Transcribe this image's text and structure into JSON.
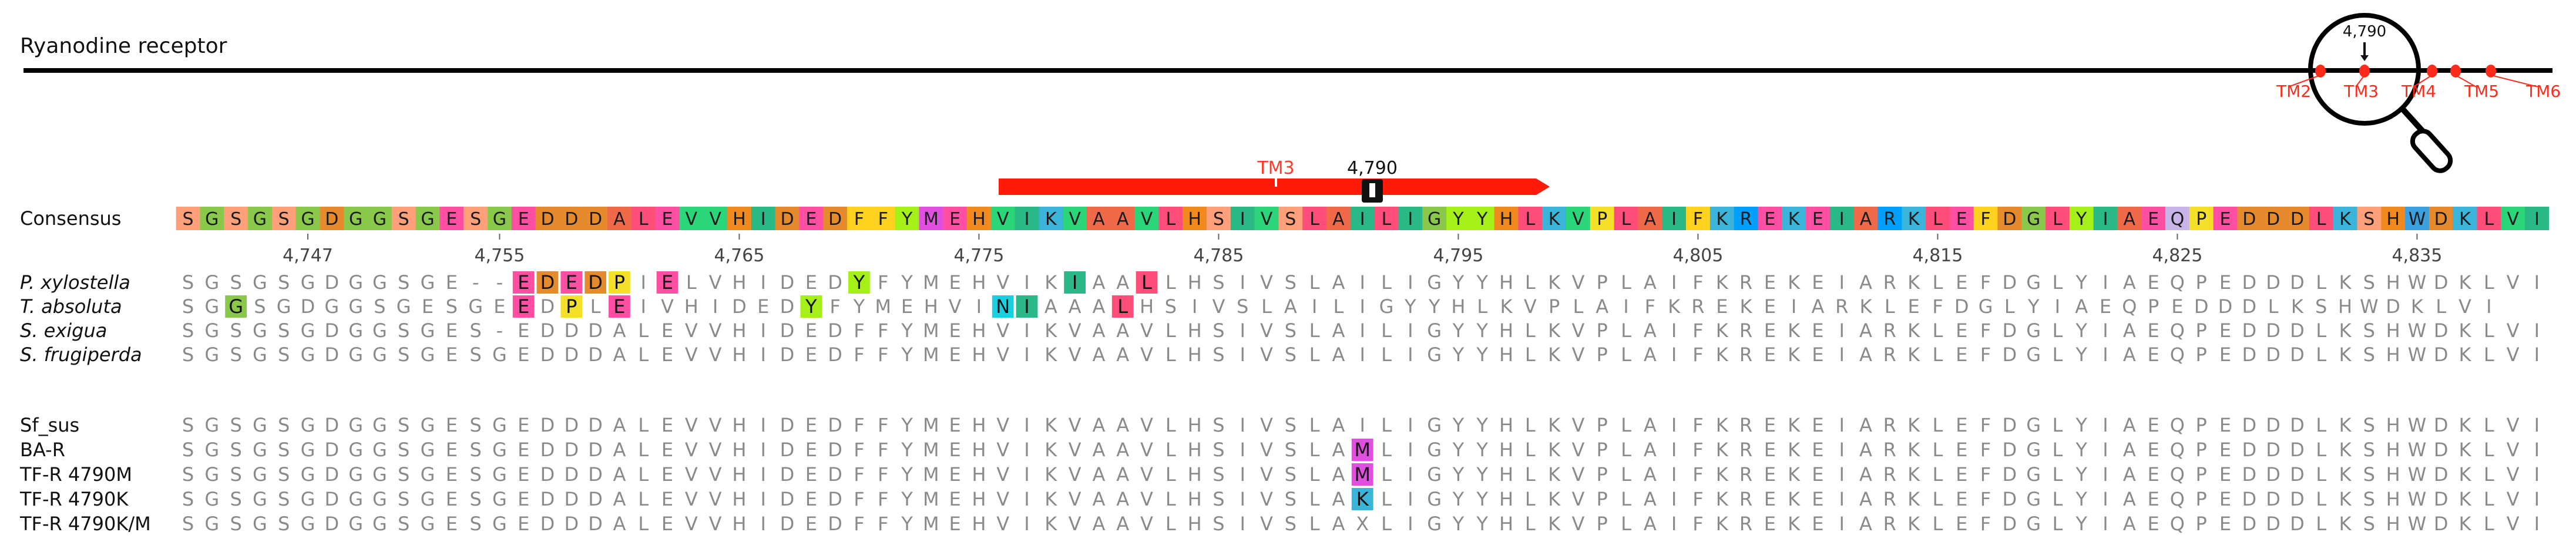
{
  "title": "Ryanodine receptor",
  "tm_labels": [
    "TM2",
    "TM3",
    "TM4",
    "TM5",
    "TM6"
  ],
  "zoom_label": "4,790",
  "bar": {
    "label": "TM3",
    "position_label": "4,790"
  },
  "consensus_label": "Consensus",
  "consensus": "SGSGSGDGGSGESGEDDDALEVVHIDEDFFYMEHVIKVAAVLHSIVSLAILIGYYHLKVPLAIFKREKEIARKLEFDGLYIAEQPEDDDLKSHWDKLVI",
  "ruler": [
    "4,747",
    "4,755",
    "4,765",
    "4,775",
    "4,785",
    "4,795",
    "4,805",
    "4,815",
    "4,825",
    "4,835"
  ],
  "species": [
    {
      "name": "P. xylostella",
      "seq": "SGSGSGDGGSGE--EDEDPIELVHIDEDYFYMEHVIKIAALLHSIVSLAILIGYYHLKVPLAIFKREKEIARKLEFDGLYIAEQPEDDDLKSHWDKLVI",
      "hl": [
        14,
        15,
        16,
        17,
        18,
        20,
        28,
        37,
        40
      ]
    },
    {
      "name": "T. absoluta",
      "seq": "SGGSGDGGSGESGEEDPLEIVHIDEDYFYMEHVINIAAALHSIVSLAILIGYYHLKVPLAIFKREKEIARKLEFDGLYIAEQPEDDDLKSHWDKLVI",
      "hl": [
        2,
        14,
        16,
        18,
        26,
        34,
        35,
        39
      ]
    },
    {
      "name": "S. exigua",
      "seq": "SGSGSGDGGSGES-EDDDALEVVHIDEDFFYMEHVIKVAAVLHSIVSLAILIGYYHLKVPLAIFKREKEIARKLEFDGLYIAEQPEDDDLKSHWDKLVI",
      "hl": []
    },
    {
      "name": "S. frugiperda",
      "seq": "SGSGSGDGGSGESGEDDDALEVVHIDEDFFYMEHVIKVAAVLHSIVSLAILIGYYHLKVPLAIFKREKEIARKLEFDGLYIAEQPEDDDLKSHWDKLVI",
      "hl": []
    }
  ],
  "strains": [
    {
      "name": "Sf_sus",
      "seq": "SGSGSGDGGSGESGEDDDALEVVHIDEDFFYMEHVIKVAAVLHSIVSLAILIGYYHLKVPLAIFKREKEIARKLEFDGLYIAEQPEDDDLKSHWDKLVI",
      "hl": []
    },
    {
      "name": "BA-R",
      "seq": "SGSGSGDGGSGESGEDDDALEVVHIDEDFFYMEHVIKVAAVLHSIVSLAMLIGYYHLKVPLAIFKREKEIARKLEFDGLYIAEQPEDDDLKSHWDKLVI",
      "hl": [
        49
      ]
    },
    {
      "name": "TF-R 4790M",
      "seq": "SGSGSGDGGSGESGEDDDALEVVHIDEDFFYMEHVIKVAAVLHSIVSLAMLIGYYHLKVPLAIFKREKEIARKLEFDGLYIAEQPEDDDLKSHWDKLVI",
      "hl": [
        49
      ]
    },
    {
      "name": "TF-R 4790K",
      "seq": "SGSGSGDGGSGESGEDDDALEVVHIDEDFFYMEHVIKVAAVLHSIVSLAKLIGYYHLKVPLAIFKREKEIARKLEFDGLYIAEQPEDDDLKSHWDKLVI",
      "hl": [
        49
      ]
    },
    {
      "name": "TF-R 4790K/M",
      "seq": "SGSGSGDGGSGESGEDDDALEVVHIDEDFFYMEHVIKVAAVLHSIVSLAXLIGYYHLKVPLAIFKREKEIARKLEFDGLYIAEQPEDDDLKSHWDKLVI",
      "hl": []
    }
  ],
  "colors": {
    "A": "#f06a4a",
    "B": "#ff6666",
    "C": "#ff6666",
    "D": "#e68a2e",
    "E": "#ff4fa3",
    "F": "#ffd21f",
    "G": "#89c84a",
    "H": "#f08a1e",
    "I": "#29b886",
    "K": "#3ab4d9",
    "L": "#ff4d7a",
    "M": "#e04fe0",
    "N": "#1ad0e0",
    "P": "#f4e028",
    "Q": "#c8b4e8",
    "R": "#00a0ff",
    "S": "#ffa07a",
    "T": "#ff9060",
    "V": "#2bd67b",
    "W": "#3aa0e0",
    "X": "#bbbbbb",
    "Y": "#a6f01a",
    "-": "#ffffff",
    "accent_red": "#ff2a1a",
    "gray_text": "#8a8a8a"
  }
}
